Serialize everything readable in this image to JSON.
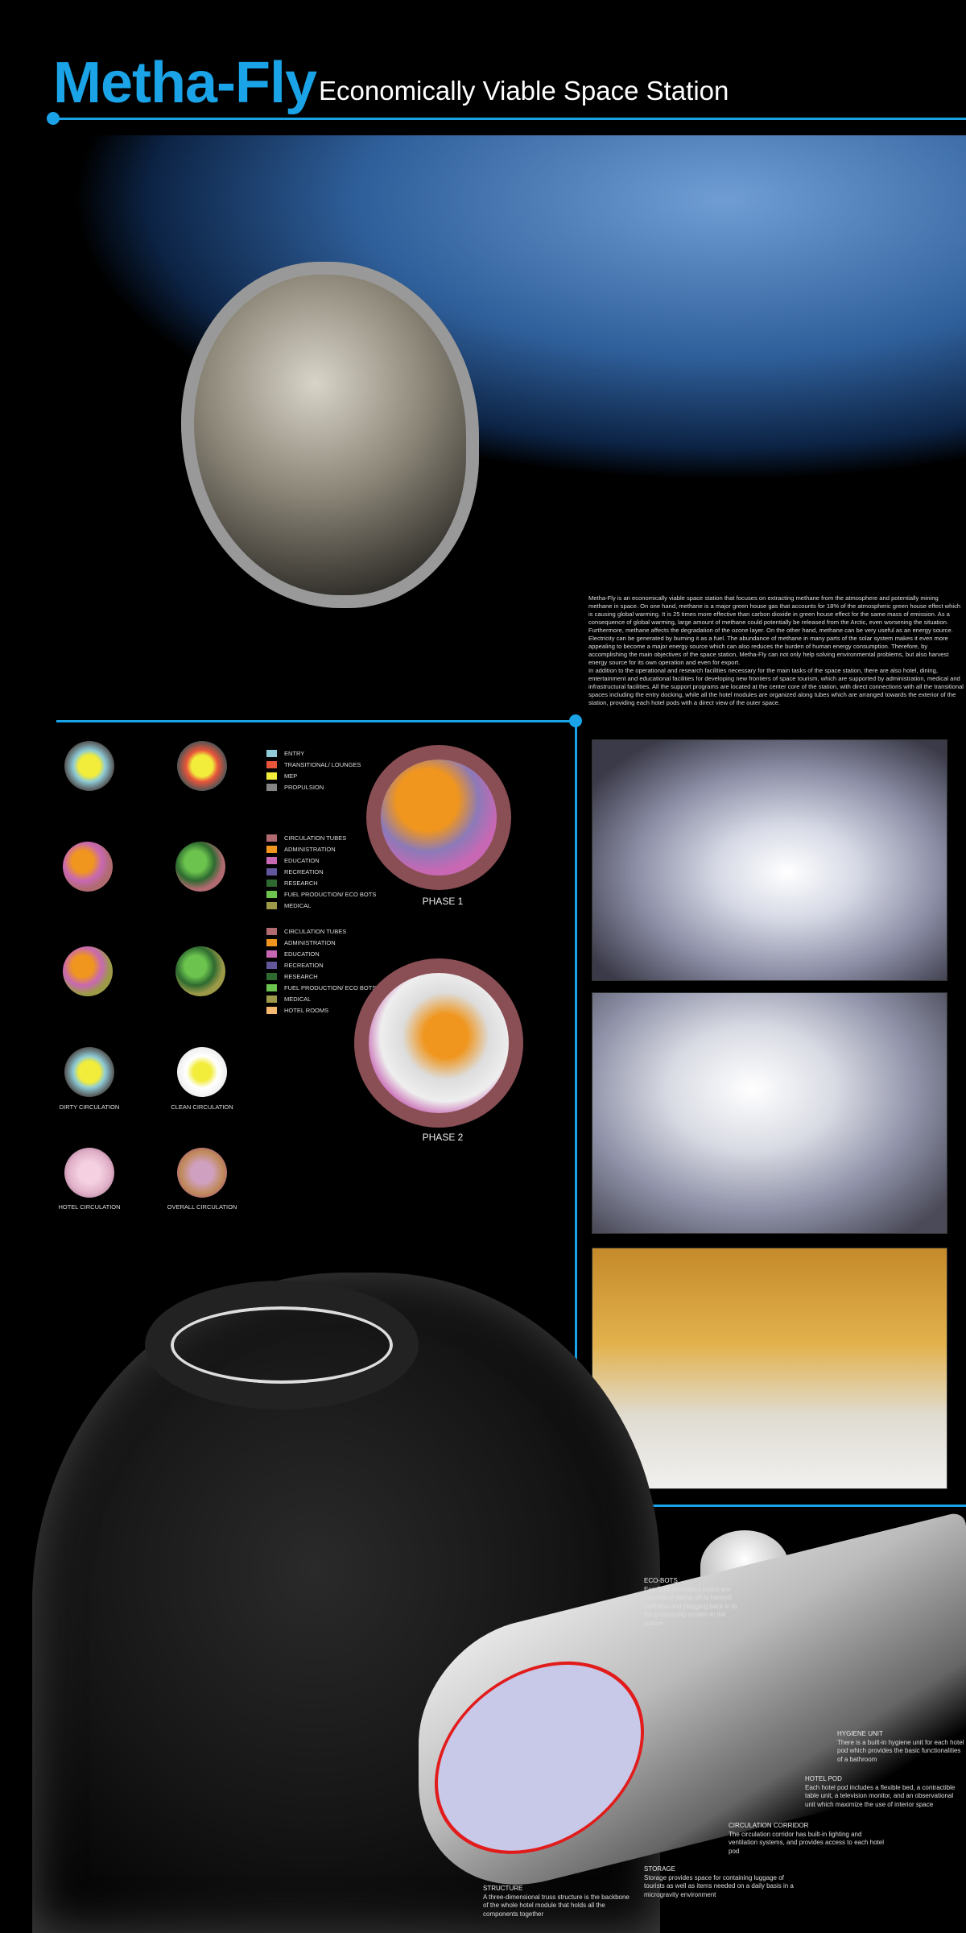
{
  "header": {
    "title": "Metha-Fly",
    "subtitle": "Economically Viable Space Station"
  },
  "description": [
    "Metha-Fly is an economically viable space station that focuses on extracting methane from the atmosphere and potentially mining methane in space. On one hand, methane is a major green house gas that accounts for 18% of the atmospheric green house effect which is causing global warming. It is 25 times more effective than carbon dioxide in green house effect for the same mass of emission. As a consequence of global warming, large amount of methane could potentially be released from the Arctic, even worsening the situation. Furthermore, methane affects the degradation of the ozone layer. On the other hand, methane can be very useful as an energy source. Electricity can be generated by burning it as a fuel. The abundance of methane in many parts of the solar system makes it even more appealing to become a major energy source which can also reduces the burden of human energy consumption. Therefore, by accomplishing the main objectives of the space station, Metha-Fly can not only help solving environmental problems, but also harvest energy source for its own operation and even for export.",
    "In addition to the operational and research facilities necessary for the main tasks of the space station, there are also hotel, dining, entertainment and educational facilities for developing new frontiers of space tourism, which are supported by administration, medical and infrastructural facilities. All the support programs are located at the center core of the station, with direct connections with all the transitional spaces including the entry docking, while all the hotel modules are organized along tubes which are arranged towards the exterior of the station, providing each hotel pods with a direct view of the outer space."
  ],
  "legend1": [
    {
      "label": "ENTRY",
      "color": "#8ecbd6"
    },
    {
      "label": "TRANSITIONAL/ LOUNGES",
      "color": "#e8553a"
    },
    {
      "label": "MEP",
      "color": "#f2ec3a"
    },
    {
      "label": "PROPULSION",
      "color": "#858585"
    }
  ],
  "legend2": [
    {
      "label": "CIRCULATION TUBES",
      "color": "#b06a70"
    },
    {
      "label": "ADMINISTRATION",
      "color": "#f0961e"
    },
    {
      "label": "EDUCATION",
      "color": "#c868b4"
    },
    {
      "label": "RECREATION",
      "color": "#62579a"
    },
    {
      "label": "RESEARCH",
      "color": "#2e6a30"
    },
    {
      "label": "FUEL PRODUCTION/ ECO BOTS",
      "color": "#6cc44e"
    },
    {
      "label": "MEDICAL",
      "color": "#9c9a48"
    }
  ],
  "legend3": [
    {
      "label": "CIRCULATION TUBES",
      "color": "#b06a70"
    },
    {
      "label": "ADMINISTRATION",
      "color": "#f0961e"
    },
    {
      "label": "EDUCATION",
      "color": "#c868b4"
    },
    {
      "label": "RECREATION",
      "color": "#62579a"
    },
    {
      "label": "RESEARCH",
      "color": "#2e6a30"
    },
    {
      "label": "FUEL PRODUCTION/ ECO BOTS",
      "color": "#6cc44e"
    },
    {
      "label": "MEDICAL",
      "color": "#9c9a48"
    },
    {
      "label": "HOTEL ROOMS",
      "color": "#f4b870"
    }
  ],
  "circulation": {
    "dirty": "DIRTY CIRCULATION",
    "clean": "CLEAN CIRCULATION",
    "hotel": "HOTEL CIRCULATION",
    "overall": "OVERALL CIRCULATION"
  },
  "phases": {
    "p1": "PHASE 1",
    "p2": "PHASE 2"
  },
  "callouts": {
    "ecobots": {
      "title": "ECO-BOTS",
      "text": "Eco-Bots are robots which are capable of taking off to harvest methane and plugging back in to the processing system in the station"
    },
    "hygiene": {
      "title": "HYGIENE UNIT",
      "text": "There is a built-in hygiene unit for each hotel pod which provides the basic functionalities of a bathroom"
    },
    "hotelpod": {
      "title": "HOTEL POD",
      "text": "Each hotel pod includes a flexible bed, a contractible table unit, a television monitor, and an observational unit which maximize the use of interior space"
    },
    "corridor": {
      "title": "CIRCULATION CORRIDOR",
      "text": "The circulation corridor has built-in lighting and ventilation systems, and provides access to each hotel pod"
    },
    "storage": {
      "title": "STORAGE",
      "text": "Storage provides space for containing luggage of tourists as well as items needed on a daily basis in a microgravity environment"
    },
    "structure": {
      "title": "STRUCTURE",
      "text": "A three-dimensional truss structure is the backbone of the whole hotel module that holds all the components together"
    }
  }
}
